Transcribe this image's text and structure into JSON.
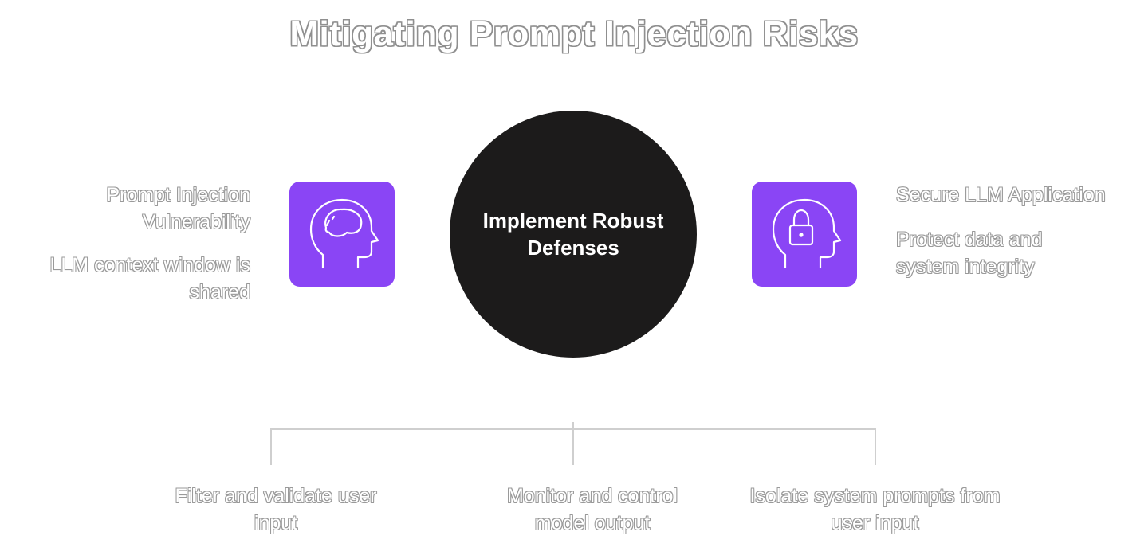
{
  "title": "Mitigating Prompt Injection Risks",
  "center": {
    "label": "Implement Robust Defenses"
  },
  "left": {
    "heading": "Prompt Injection Vulnerability",
    "description": "LLM context window is shared",
    "icon": "brain-head-icon"
  },
  "right": {
    "heading": "Secure LLM Application",
    "description": "Protect data and system integrity",
    "icon": "lock-head-icon"
  },
  "strategies": [
    {
      "label": "Filter and validate user input"
    },
    {
      "label": "Monitor and control model output"
    },
    {
      "label": "Isolate system prompts from user input"
    }
  ],
  "colors": {
    "accent": "#8a45f5",
    "center": "#1c1b1b"
  }
}
